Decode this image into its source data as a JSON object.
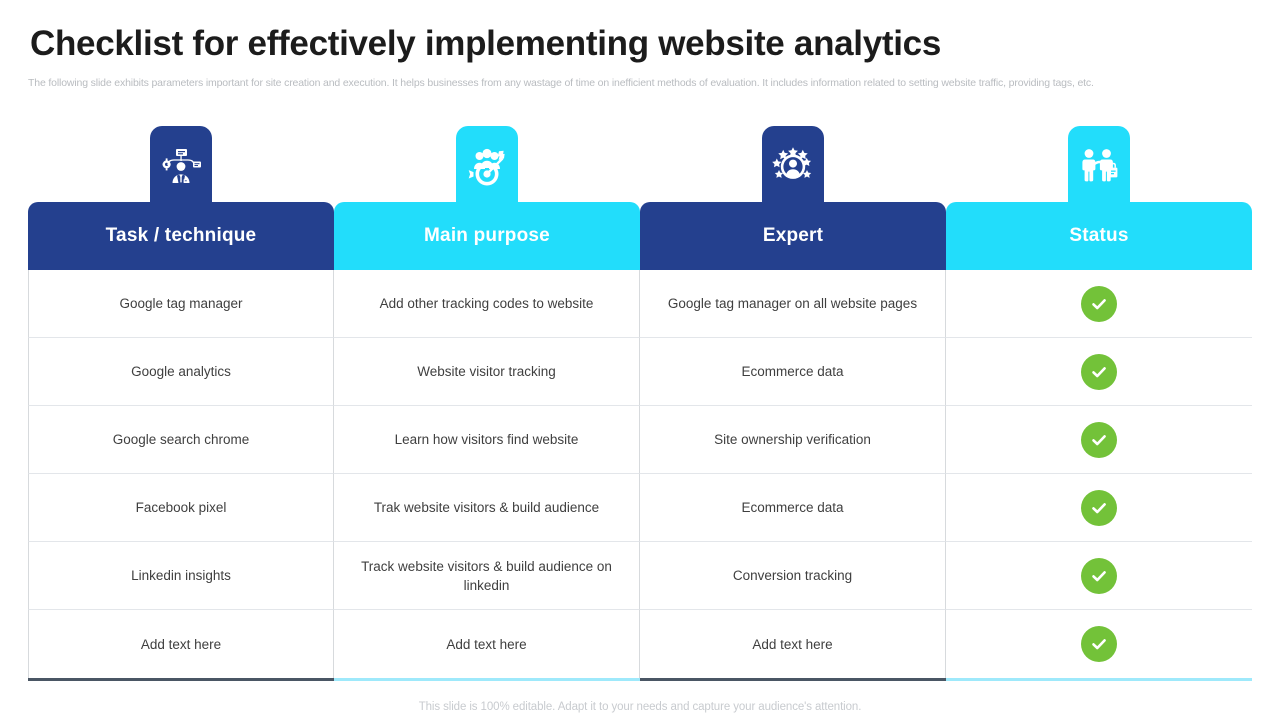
{
  "header": {
    "title": "Checklist for effectively implementing website analytics",
    "subtitle": "The following slide exhibits parameters important for site creation and execution. It helps businesses from any wastage of time on inefficient methods of evaluation. It includes information related to setting website traffic, providing tags, etc."
  },
  "colors": {
    "dark_blue": "#24408E",
    "cyan": "#22DDFB",
    "check_green": "#73C239",
    "body_text": "#3F3F3F",
    "muted_text": "#B9BCC0"
  },
  "icons": [
    {
      "name": "user-settings-icon",
      "theme": "dark"
    },
    {
      "name": "audience-target-icon",
      "theme": "cyan"
    },
    {
      "name": "expert-star-badge-icon",
      "theme": "dark"
    },
    {
      "name": "people-handshake-icon",
      "theme": "cyan"
    }
  ],
  "table": {
    "columns": [
      {
        "label": "Task / technique",
        "theme": "dark",
        "underline": "dark"
      },
      {
        "label": "Main purpose",
        "theme": "cyan",
        "underline": "cyan"
      },
      {
        "label": "Expert",
        "theme": "dark",
        "underline": "dark"
      },
      {
        "label": "Status",
        "theme": "cyan",
        "underline": "cyan"
      }
    ],
    "rows": [
      {
        "task": "Google tag manager",
        "purpose": "Add other tracking codes to website",
        "expert": "Google tag manager  on all website pages",
        "status": "checked"
      },
      {
        "task": "Google analytics",
        "purpose": "Website visitor tracking",
        "expert": "Ecommerce data",
        "status": "checked"
      },
      {
        "task": "Google search chrome",
        "purpose": "Learn how visitors find website",
        "expert": "Site ownership verification",
        "status": "checked"
      },
      {
        "task": "Facebook pixel",
        "purpose": "Trak website visitors & build audience",
        "expert": "Ecommerce data",
        "status": "checked"
      },
      {
        "task": "Linkedin insights",
        "purpose": "Track website visitors & build audience on linkedin",
        "expert": "Conversion tracking",
        "status": "checked"
      },
      {
        "task": "Add text here",
        "purpose": "Add text here",
        "expert": "Add text here",
        "status": "checked"
      }
    ]
  },
  "footer": {
    "note": "This slide is 100% editable. Adapt it to your needs and capture your audience's attention."
  }
}
